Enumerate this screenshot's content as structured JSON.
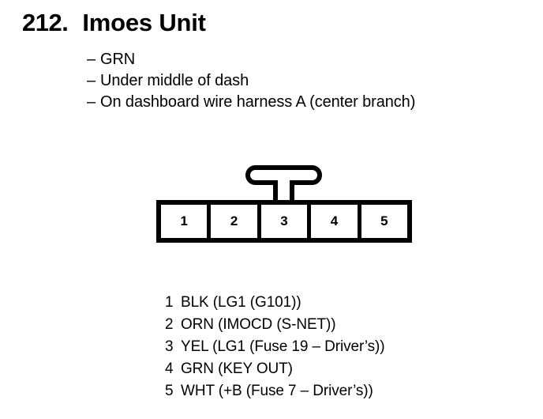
{
  "heading": {
    "number": "212.",
    "title": "Imoes Unit"
  },
  "description": {
    "dash": "–",
    "items": [
      {
        "text": "GRN"
      },
      {
        "text": "Under middle of dash"
      },
      {
        "text": "On dashboard wire harness A (center branch)"
      }
    ]
  },
  "connector": {
    "pins": [
      {
        "number": "1"
      },
      {
        "number": "2"
      },
      {
        "number": "3"
      },
      {
        "number": "4"
      },
      {
        "number": "5"
      }
    ]
  },
  "legend": {
    "rows": [
      {
        "number": "1",
        "text": "BLK (LG1 (G101))"
      },
      {
        "number": "2",
        "text": "ORN (IMOCD (S-NET))"
      },
      {
        "number": "3",
        "text": "YEL (LG1 (Fuse 19 – Driver’s))"
      },
      {
        "number": "4",
        "text": "GRN (KEY OUT)"
      },
      {
        "number": "5",
        "text": "WHT (+B (Fuse 7 – Driver’s))"
      }
    ]
  },
  "colors": {
    "ink": "#000000",
    "background": "#ffffff"
  }
}
